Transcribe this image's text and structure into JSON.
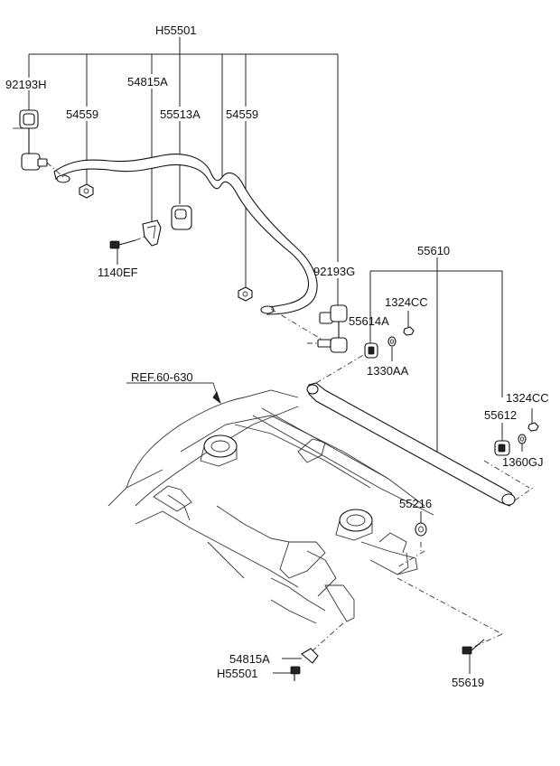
{
  "labels": {
    "h55501_top": "H55501",
    "p92193h": "92193H",
    "p54815a_top": "54815A",
    "p54559_left": "54559",
    "p55513a": "55513A",
    "p54559_right": "54559",
    "p1140ef": "1140EF",
    "p92193g": "92193G",
    "p55610": "55610",
    "p1324cc_a": "1324CC",
    "p55614a": "55614A",
    "p1330aa": "1330AA",
    "ref": "REF.60-630",
    "p1324cc_b": "1324CC",
    "p55612": "55612",
    "p1360gj": "1360GJ",
    "p55216": "55216",
    "p54815a_bottom": "54815A",
    "h55501_bottom": "H55501",
    "p55619": "55619"
  }
}
